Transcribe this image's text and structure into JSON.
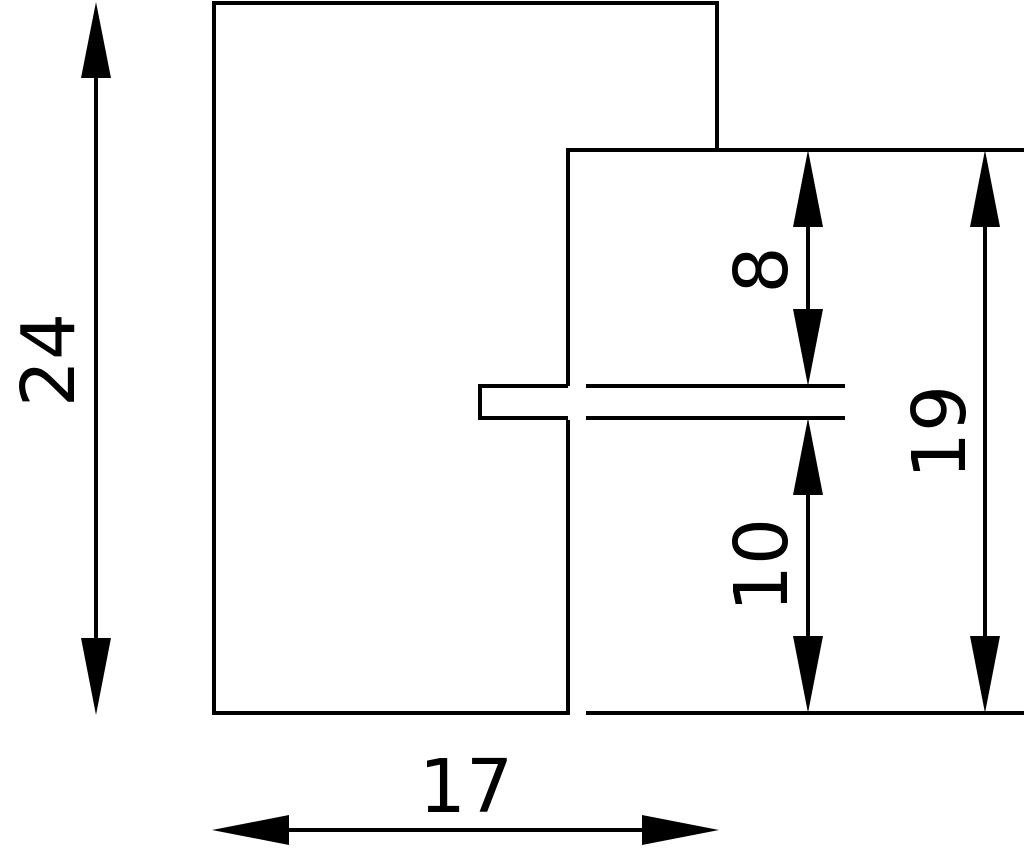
{
  "dimensions": {
    "overall_height": "24",
    "overall_width": "17",
    "upper_step": "8",
    "lower_step": "10",
    "right_height": "19"
  },
  "colors": {
    "line": "#000000",
    "background": "#ffffff"
  }
}
